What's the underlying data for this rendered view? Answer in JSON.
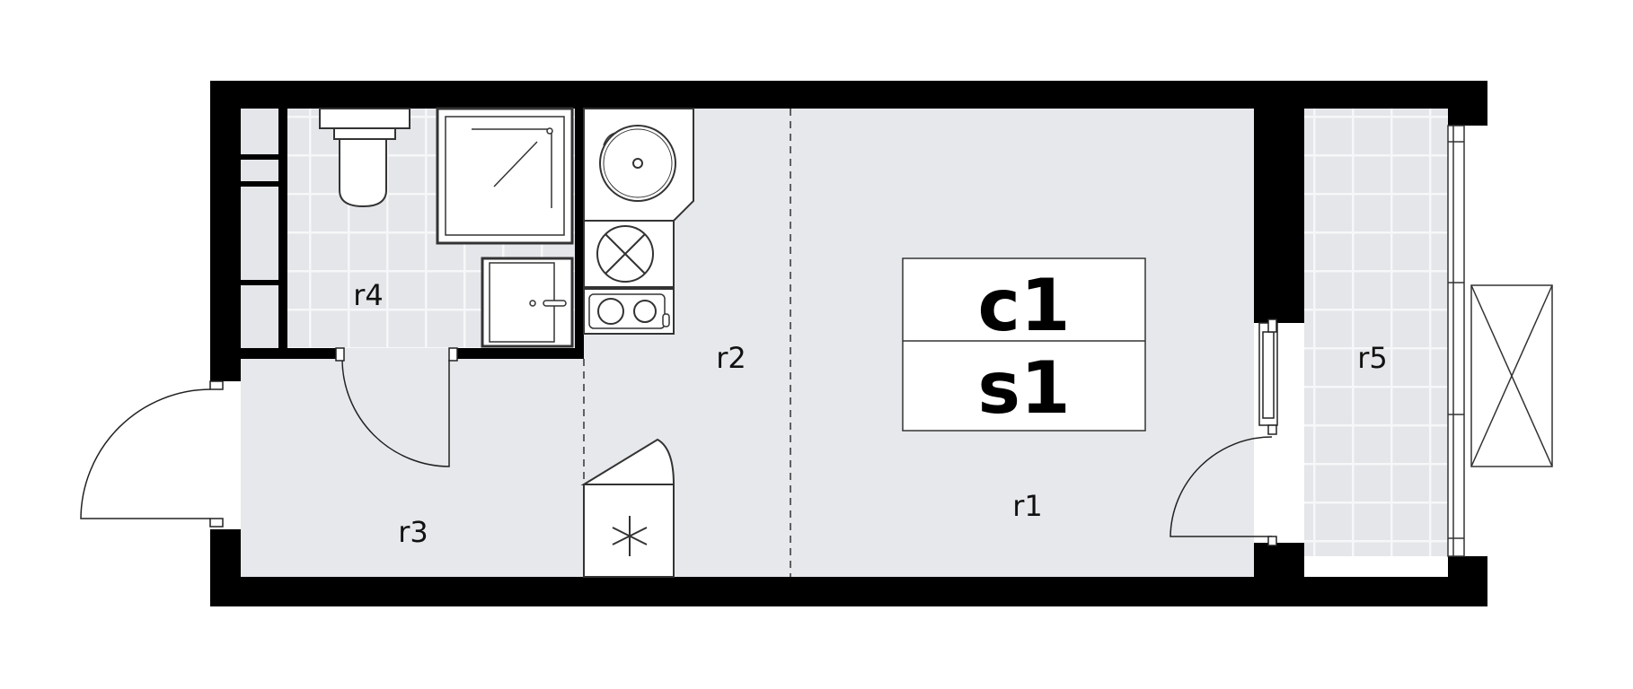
{
  "plan": {
    "code_top": "c1",
    "code_bottom": "s1",
    "rooms": {
      "r1": "r1",
      "r2": "r2",
      "r3": "r3",
      "r4": "r4",
      "r5": "r5"
    }
  },
  "colors": {
    "wall": "#000000",
    "floor": "#e6e8eb",
    "tile_line": "#ffffff",
    "fixture_stroke": "#333333",
    "background": "#ffffff"
  }
}
